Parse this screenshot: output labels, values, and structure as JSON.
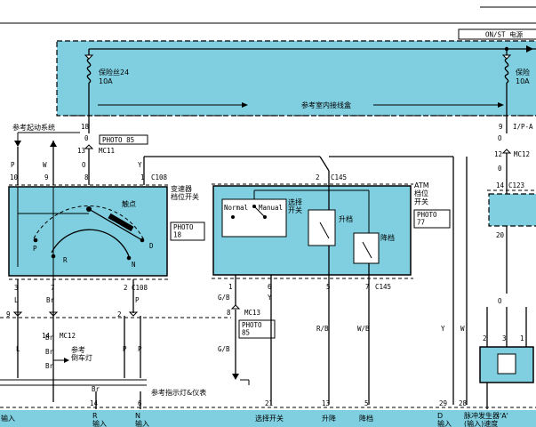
{
  "power_label": "ON/ST 电源",
  "fuse_left": {
    "name": "保险丝24",
    "rating": "10A"
  },
  "fuse_right": {
    "name": "保险",
    "rating": "10A"
  },
  "junction_box": "参考室内接线盒",
  "start_system_ref": "参考起动系统",
  "photo_85": "PHOTO 85",
  "photo_18": "PHOTO\n18",
  "photo_77": "PHOTO\n77",
  "photo_85b": "PHOTO\n85",
  "connectors": {
    "mc11": "MC11",
    "c108": "C108",
    "c145": "C145",
    "mc13": "MC13",
    "mc12": "MC12",
    "c123": "C123",
    "ip_a": "I/P-A"
  },
  "pins": {
    "p18": "18",
    "p0": "0",
    "p13": "13",
    "p10": "10",
    "p9": "9",
    "p8": "8",
    "p1": "1",
    "p2": "2",
    "p3": "3",
    "p7": "7",
    "p1b": "1",
    "p6": "6",
    "p5": "5",
    "p7b": "7",
    "p9b": "9",
    "p2b": "2",
    "p8b": "8",
    "p14": "14",
    "p20": "20",
    "p12": "12",
    "p14b": "14",
    "p6b": "6",
    "p21": "21",
    "p13b": "13",
    "p5b": "5",
    "p29": "29",
    "p28": "28",
    "p14c": "14",
    "p9c": "9",
    "p12c": "12",
    "p0c": "0",
    "p14d": "14",
    "p20c": "20",
    "p2c": "2",
    "p3c": "3",
    "p1c": "1"
  },
  "wires": {
    "P": "P",
    "W": "W",
    "O": "O",
    "Y": "Y",
    "L": "L",
    "Br": "Br",
    "GB": "G/B",
    "RB": "R/B",
    "WB": "W/B",
    "R": "R",
    "N": "N",
    "D": "D"
  },
  "gear": {
    "p": "P",
    "r": "R",
    "n": "N",
    "d": "D",
    "contact": "触点"
  },
  "switches": {
    "inhibitor": "变速器\n档位开关",
    "select": "选择\n开关",
    "normal": "Normal",
    "manual": "Manual",
    "up": "升档",
    "down": "降档",
    "atm_pos": "ATM\n档位\n开关"
  },
  "reverse_lamp": "参考\n倒车灯",
  "indicator_ref": "参考指示灯&仪表",
  "bottom": {
    "input_left": "输入",
    "r_in": "R\n输入",
    "n_in": "N\n输入",
    "select_sw": "选择开关",
    "up": "升降",
    "down": "降档",
    "d_in": "D\n输入",
    "pulse": "脉冲发生器'A'\n(输入)速度"
  },
  "colors": {
    "module_fill": "#7fcfe0",
    "ecu_bar": "#7fcfe0"
  }
}
